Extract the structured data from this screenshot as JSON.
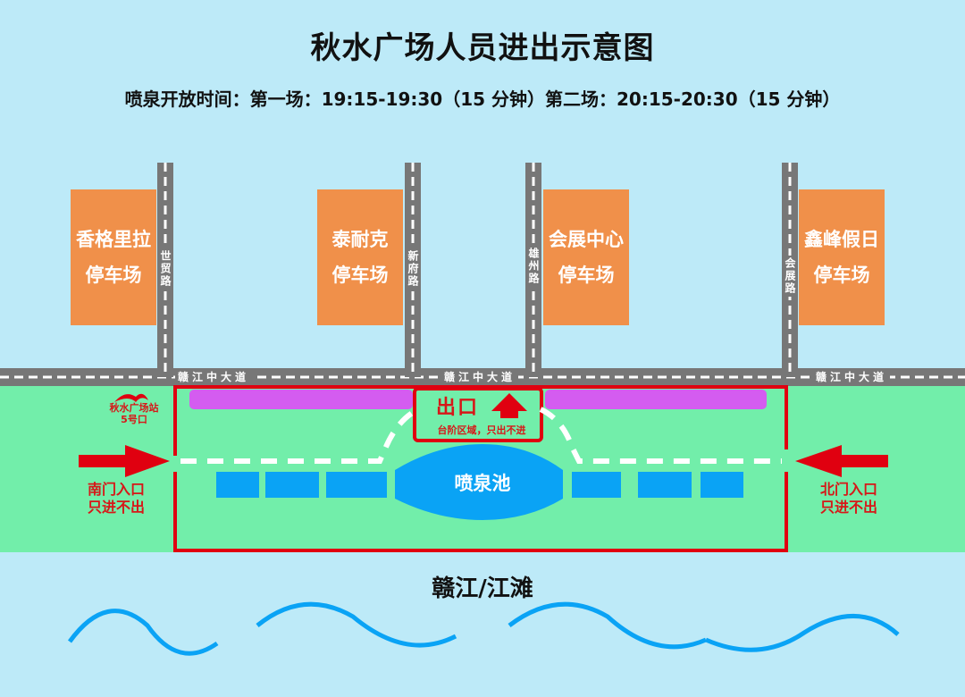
{
  "header": {
    "title": "秋水广场人员进出示意图",
    "subtitle": "喷泉开放时间：第一场：19:15-19:30（15 分钟）第二场：20:15-20:30（15 分钟）"
  },
  "parking_lots": [
    {
      "line1": "香格里拉",
      "line2": "停车场"
    },
    {
      "line1": "泰耐克",
      "line2": "停车场"
    },
    {
      "line1": "会展中心",
      "line2": "停车场"
    },
    {
      "line1": "鑫峰假日",
      "line2": "停车场"
    }
  ],
  "roads": {
    "vertical": [
      "世贸路",
      "新府路",
      "雄州路",
      "会展路"
    ],
    "horizontal": "赣江中大道"
  },
  "station": {
    "line1": "秋水广场站",
    "line2": "5号口"
  },
  "gates": {
    "south": {
      "line1": "南门入口",
      "line2": "只进不出"
    },
    "north": {
      "line1": "北门入口",
      "line2": "只进不出"
    }
  },
  "exit": {
    "title": "出口",
    "note": "台阶区域，只出不进"
  },
  "fountain_pool": "喷泉池",
  "river": "赣江/江滩",
  "colors": {
    "sky": "#bdeaf8",
    "plaza": "#72eeaa",
    "road": "#777777",
    "parking": "#f0904a",
    "steps": "#d45cf0",
    "water": "#0aa3f5",
    "accent_red": "#e00010"
  }
}
